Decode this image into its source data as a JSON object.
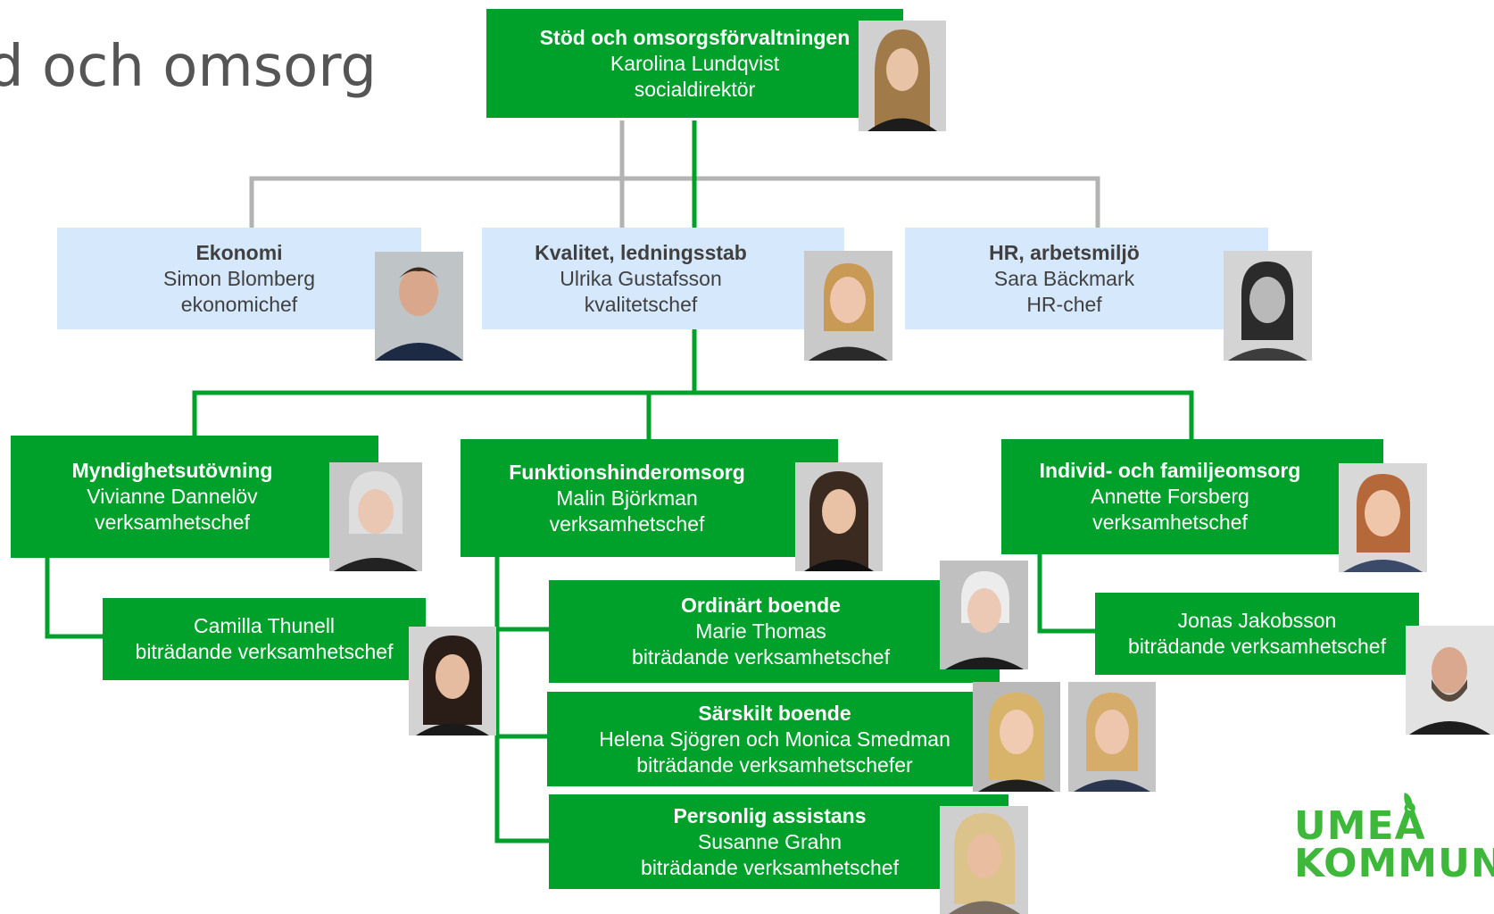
{
  "page_title": "d och omsorg",
  "logo": {
    "line1": "UMEÅ",
    "line2": "KOMMUN"
  },
  "colors": {
    "green": "#00a12b",
    "light_blue": "#d6e8fb",
    "connector_gray": "#b3b3b3"
  },
  "top": {
    "unit": "Stöd och omsorgsförvaltningen",
    "name": "Karolina Lundqvist",
    "role": "socialdirektör"
  },
  "staff": [
    {
      "unit": "Ekonomi",
      "name": "Simon Blomberg",
      "role": "ekonomichef"
    },
    {
      "unit": "Kvalitet, ledningsstab",
      "name": "Ulrika Gustafsson",
      "role": "kvalitetschef"
    },
    {
      "unit": "HR, arbetsmiljö",
      "name": "Sara Bäckmark",
      "role": "HR-chef"
    }
  ],
  "divisions": [
    {
      "unit": "Myndighetsutövning",
      "name": "Vivianne Dannelöv",
      "role": "verksamhetschef"
    },
    {
      "unit": "Funktionshinderomsorg",
      "name": "Malin Björkman",
      "role": "verksamhetschef"
    },
    {
      "unit": "Individ- och familjeomsorg",
      "name": "Annette Forsberg",
      "role": "verksamhetschef"
    }
  ],
  "deputies": {
    "camilla": {
      "name": "Camilla Thunell",
      "role": "biträdande verksamhetschef"
    },
    "jonas": {
      "name": "Jonas Jakobsson",
      "role": "biträdande verksamhetschef"
    },
    "ordinart": {
      "unit": "Ordinärt boende",
      "name": "Marie Thomas",
      "role": "biträdande verksamhetschef"
    },
    "sarskilt": {
      "unit": "Särskilt boende",
      "name": "Helena Sjögren och Monica Smedman",
      "role": "biträdande verksamhetschefer"
    },
    "personlig": {
      "unit": "Personlig assistans",
      "name": "Susanne Grahn",
      "role": "biträdande verksamhetschef"
    }
  }
}
